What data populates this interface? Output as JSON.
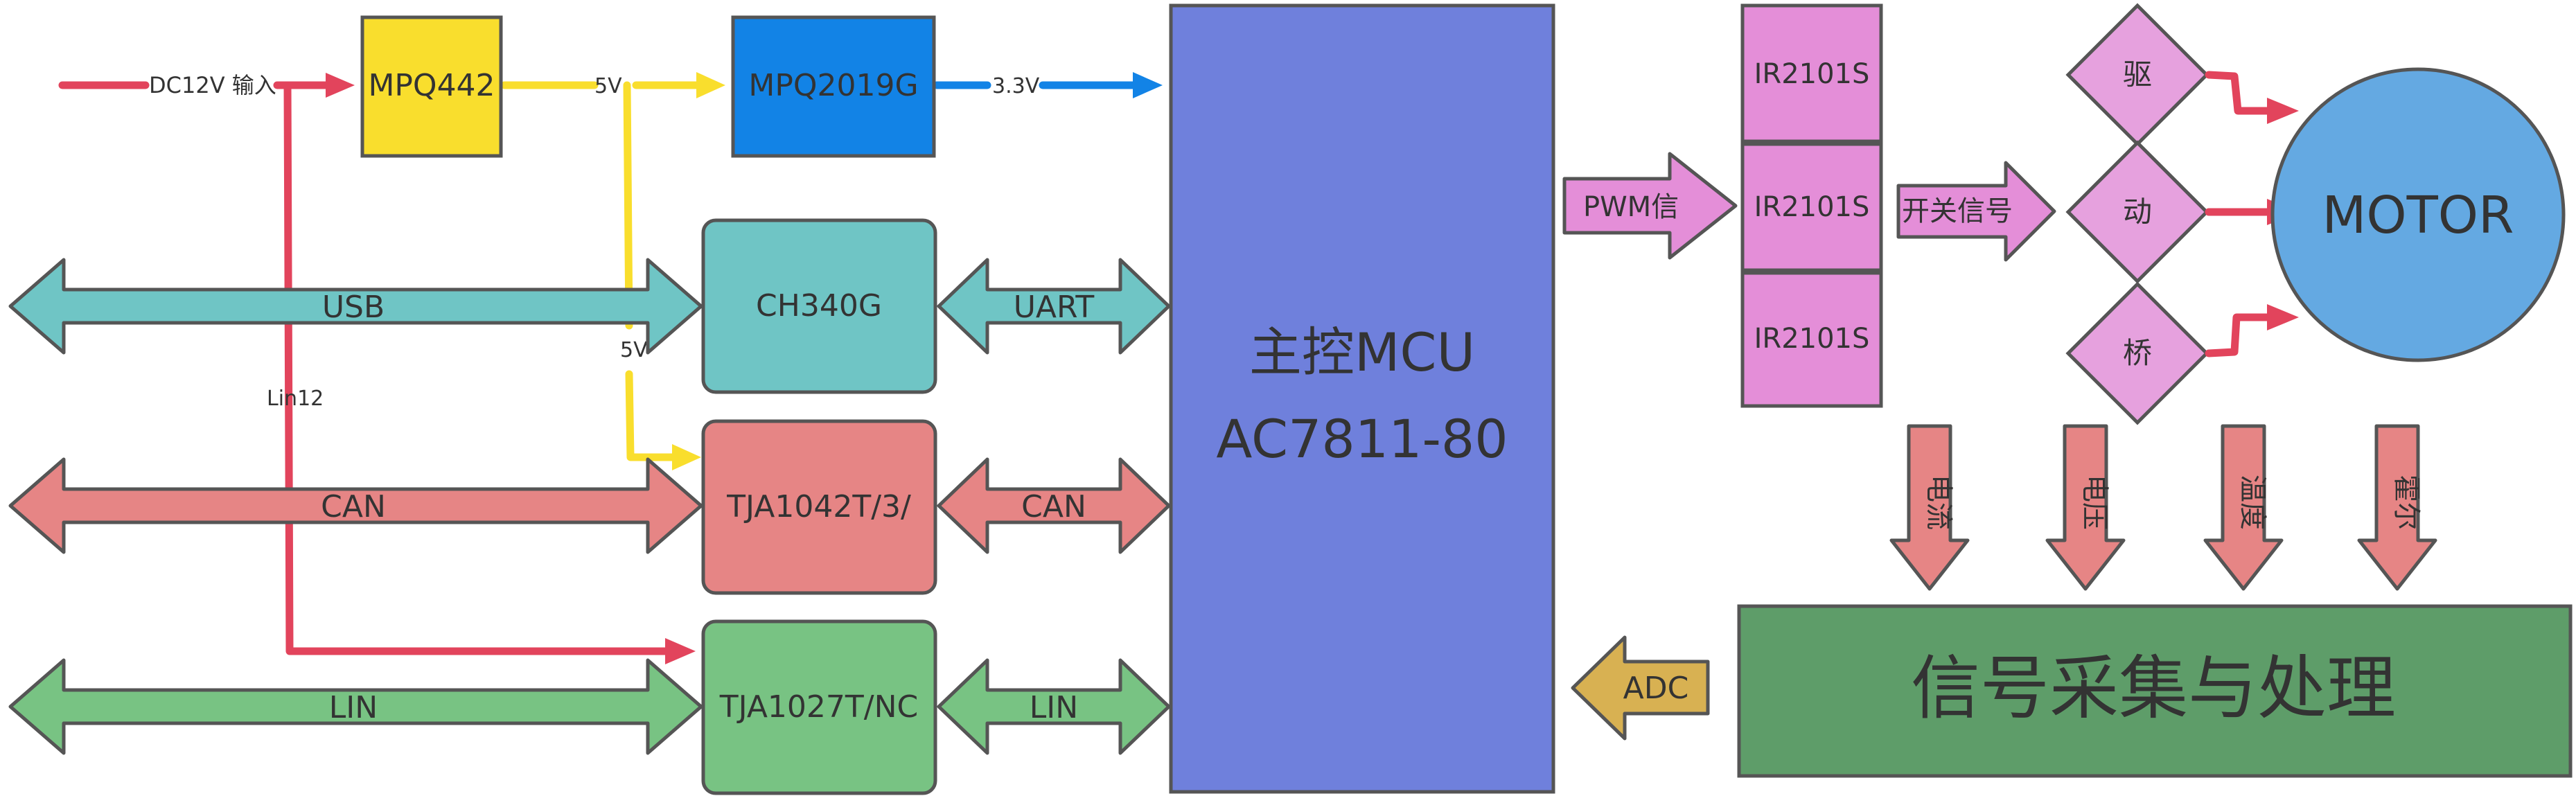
{
  "colors": {
    "red": "#e2445c",
    "yellow": "#f9de2d",
    "blue": "#1283e6",
    "mcu": "#6f80dc",
    "teal": "#6fc5c5",
    "salmon": "#e68585",
    "green": "#78c383",
    "pink": "#e48ed8",
    "pink_light": "#e6a1de",
    "motor": "#64a9e2",
    "signal": "#5e9d69",
    "adc": "#d8b152"
  },
  "power": {
    "input_label": "DC12V  输入",
    "lin12_label": "Lin12",
    "rail_5v_label_a": "5V",
    "rail_5v_label_b": "5V",
    "rail_3v3_label": "3.3V"
  },
  "blocks": {
    "mpq442": "MPQ442",
    "mpq2019g": "MPQ2019G",
    "ch340g": "CH340G",
    "tja1042": "TJA1042T/3/",
    "tja1027": "TJA1027T/NC",
    "mcu_line1": "主控MCU",
    "mcu_line2": "AC7811-80",
    "driver_1": "IR2101S",
    "driver_2": "IR2101S",
    "driver_3": "IR2101S",
    "bridge_1": "驱",
    "bridge_2": "动",
    "bridge_3": "桥",
    "motor": "MOTOR",
    "signal_proc": "信号采集与处理"
  },
  "buses": {
    "usb": "USB",
    "uart": "UART",
    "can_ext": "CAN",
    "can_int": "CAN",
    "lin_ext": "LIN",
    "lin_int": "LIN"
  },
  "signals": {
    "pwm": "PWM信",
    "switch": "开关信号",
    "adc": "ADC",
    "current": "电流",
    "voltage": "电压",
    "temperature": "温度",
    "hall": "霍尔"
  }
}
